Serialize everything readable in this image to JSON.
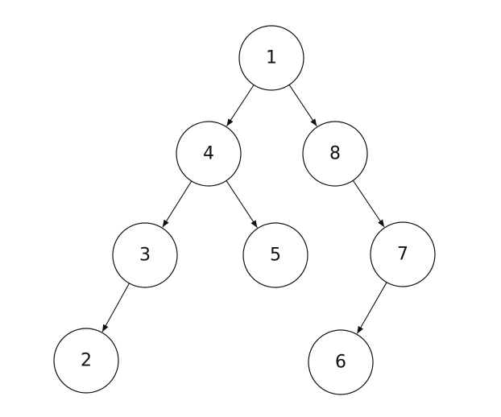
{
  "diagram": {
    "type": "binary-tree",
    "nodes": [
      {
        "id": "n1",
        "label": "1"
      },
      {
        "id": "n4",
        "label": "4"
      },
      {
        "id": "n8",
        "label": "8"
      },
      {
        "id": "n3",
        "label": "3"
      },
      {
        "id": "n5",
        "label": "5"
      },
      {
        "id": "n7",
        "label": "7"
      },
      {
        "id": "n2",
        "label": "2"
      },
      {
        "id": "n6",
        "label": "6"
      }
    ],
    "edges": [
      {
        "from": "n1",
        "to": "n4"
      },
      {
        "from": "n1",
        "to": "n8"
      },
      {
        "from": "n4",
        "to": "n3"
      },
      {
        "from": "n4",
        "to": "n5"
      },
      {
        "from": "n8",
        "to": "n7"
      },
      {
        "from": "n3",
        "to": "n2"
      },
      {
        "from": "n7",
        "to": "n6"
      }
    ],
    "colors": {
      "stroke": "#111111",
      "fill": "#ffffff",
      "text": "#111111"
    }
  }
}
